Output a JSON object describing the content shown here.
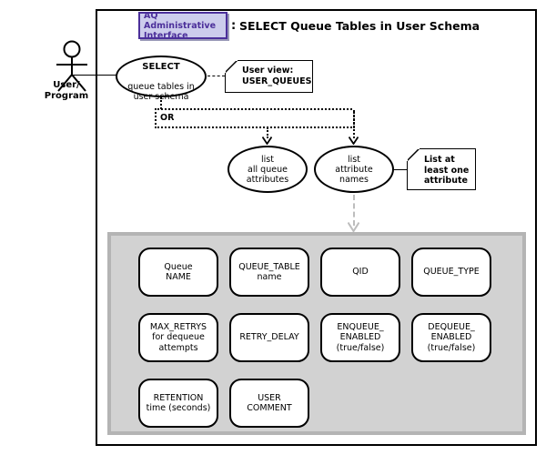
{
  "header": {
    "badge_label": "AQ Administrative\nInterface",
    "separator": ":",
    "title": "SELECT Queue Tables in User Schema",
    "badge_fill": "#ccccec",
    "badge_border": "#4b2f9a",
    "badge_text_color": "#4b2f9a"
  },
  "actor": {
    "label": "User/\nProgram",
    "icon": "stick-figure-actor-icon"
  },
  "use_cases": {
    "select": {
      "line1": "SELECT",
      "line2": "queue tables in\nuser schema"
    },
    "list_all": {
      "label": "list\nall queue\nattributes"
    },
    "list_attr": {
      "label": "list\nattribute\nnames"
    }
  },
  "notes": {
    "user_view": {
      "label": "User view:\nUSER_QUEUES"
    },
    "least_one": {
      "label": "List at\nleast one\nattribute"
    }
  },
  "branch": {
    "or_label": "OR"
  },
  "panel": {
    "fill": "#d2d2d2",
    "border": "#b4b4b4",
    "attributes": [
      {
        "label": "Queue\nNAME"
      },
      {
        "label": "QUEUE_TABLE\nname"
      },
      {
        "label": "QID"
      },
      {
        "label": "QUEUE_TYPE"
      },
      {
        "label": "MAX_RETRYS\nfor dequeue\nattempts"
      },
      {
        "label": "RETRY_DELAY"
      },
      {
        "label": "ENQUEUE_\nENABLED\n(true/false)"
      },
      {
        "label": "DEQUEUE_\nENABLED\n(true/false)"
      },
      {
        "label": "RETENTION\ntime (seconds)"
      },
      {
        "label": "USER\nCOMMENT"
      }
    ]
  }
}
